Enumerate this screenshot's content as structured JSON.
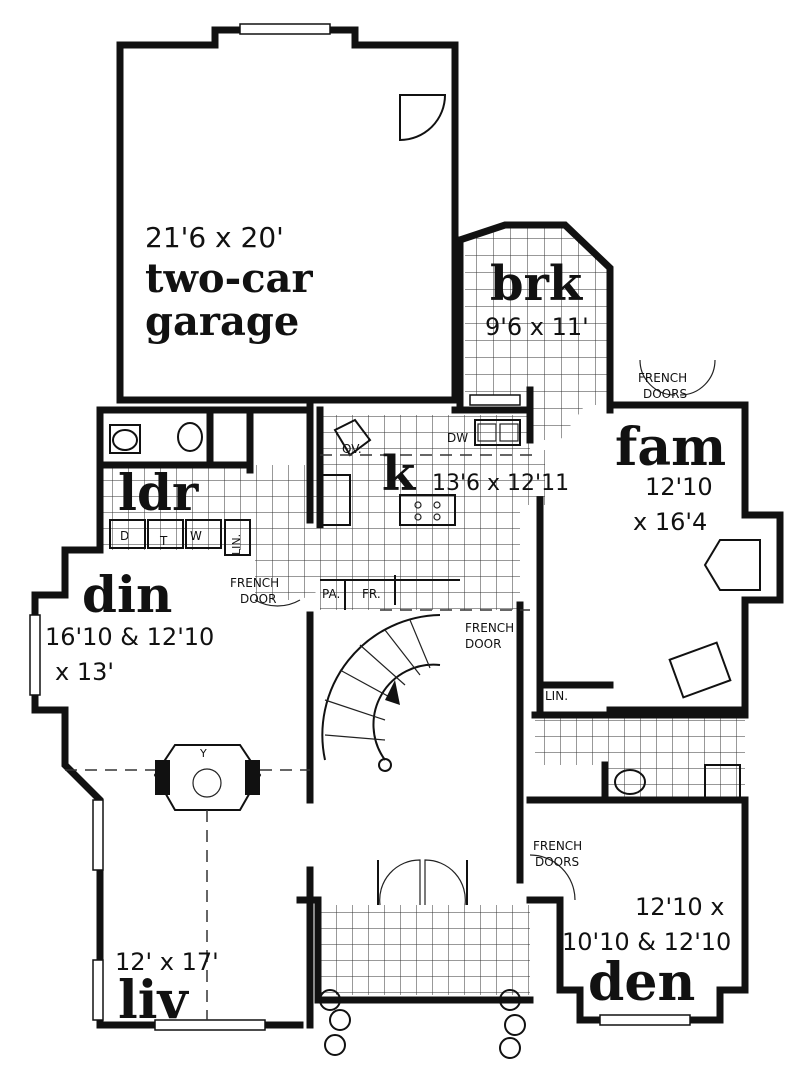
{
  "rooms": {
    "garage": {
      "dims": "21'6 x 20'",
      "name_line1": "two-car",
      "name_line2": "garage"
    },
    "brk": {
      "name": "brk",
      "dims": "9'6 x 11'"
    },
    "fam": {
      "name": "fam",
      "dims_line1": "12'10",
      "dims_line2": "x 16'4"
    },
    "k": {
      "name": "k",
      "dims": "13'6 x 12'11"
    },
    "ldr": {
      "name": "ldr"
    },
    "din": {
      "name": "din",
      "dims_line1": "16'10 & 12'10",
      "dims_line2": "x 13'"
    },
    "liv": {
      "name": "liv",
      "dims": "12' x 17'"
    },
    "den": {
      "name": "den",
      "dims_line1": "12'10 x",
      "dims_line2": "10'10 & 12'10"
    }
  },
  "notes": {
    "french_doors_fam_1": "FRENCH",
    "french_doors_fam_2": "DOORS",
    "french_door_din_1": "FRENCH",
    "french_door_din_2": "DOOR",
    "french_door_stair_1": "FRENCH",
    "french_door_stair_2": "DOOR",
    "french_doors_den_1": "FRENCH",
    "french_doors_den_2": "DOORS",
    "dw": "DW",
    "ov": "OV.",
    "pa": "PA.",
    "fr": "FR.",
    "lin_ldr": "LIN.",
    "lin_hall": "LIN.",
    "d": "D",
    "t": "T",
    "w": "W",
    "y": "Y"
  }
}
